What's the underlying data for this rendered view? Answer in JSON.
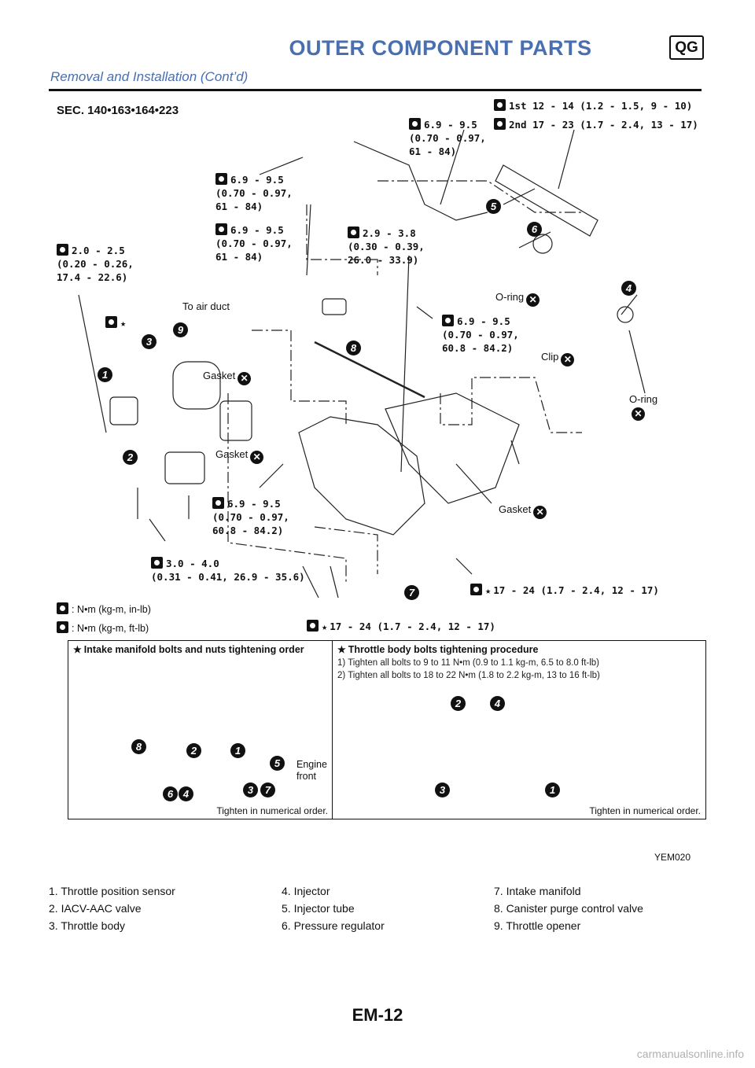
{
  "header": {
    "title": "OUTER COMPONENT PARTS",
    "badge": "QG",
    "subtitle": "Removal and Installation (Cont’d)"
  },
  "diagram": {
    "section": "SEC. 140•163•164•223",
    "torque": {
      "injector_tube_1st": "1st 12 - 14 (1.2 - 1.5, 9 - 10)",
      "injector_tube_2nd": "2nd 17 - 23 (1.7 - 2.4, 13 - 17)",
      "top_bracket": "6.9 - 9.5\n(0.70 - 0.97,\n61 - 84)",
      "upper_left_a": "6.9 - 9.5\n(0.70 - 0.97,\n61 - 84)",
      "upper_left_b": "6.9 - 9.5\n(0.70 - 0.97,\n61 - 84)",
      "hose_bracket": "2.9 - 3.8\n(0.30 - 0.39,\n26.0 - 33.9)",
      "sensor_screw": "2.0 - 2.5\n(0.20 - 0.26,\n17.4 - 22.6)",
      "manifold_stud": "6.9 - 9.5\n(0.70 - 0.97,\n60.8 - 84.2)",
      "throttle_bracket": "6.9 - 9.5\n(0.70 - 0.97,\n60.8 - 84.2)",
      "lower_bolts": "3.0 - 4.0\n(0.31 - 0.41, 26.9 - 35.6)",
      "manifold_nut": "17 - 24 (1.7 - 2.4, 12 - 17)",
      "manifold_bolt": "17 - 24 (1.7 - 2.4, 12 - 17)"
    },
    "callouts": {
      "to_air_duct": "To air duct",
      "gasket_upper": "Gasket",
      "gasket_middle": "Gasket",
      "gasket_right": "Gasket",
      "o_ring_top": "O-ring",
      "o_ring_bottom": "O-ring",
      "clip": "Clip"
    },
    "part_numbers": [
      "1",
      "2",
      "3",
      "4",
      "5",
      "6",
      "7",
      "8",
      "9"
    ],
    "legend_unit_in_lb": ": N•m (kg-m, in-lb)",
    "legend_unit_ft_lb": ": N•m (kg-m, ft-lb)",
    "panel_left": {
      "title": "Intake manifold bolts and nuts tightening order",
      "engine_front": "Engine\nfront",
      "footer": "Tighten in numerical order.",
      "sequence": [
        "1",
        "2",
        "3",
        "4",
        "5",
        "6",
        "7",
        "8"
      ]
    },
    "panel_right": {
      "title": "Throttle body bolts tightening procedure",
      "step1": "1) Tighten all bolts to 9 to 11 N•m (0.9 to 1.1 kg-m, 6.5 to 8.0 ft-lb)",
      "step2": "2) Tighten all bolts to 18 to 22 N•m (1.8 to 2.2 kg-m, 13 to 16 ft-lb)",
      "footer": "Tighten in numerical order.",
      "sequence": [
        "1",
        "2",
        "3",
        "4"
      ]
    },
    "figure_code": "YEM020"
  },
  "parts_legend": {
    "col1": [
      "1. Throttle position sensor",
      "2. IACV-AAC valve",
      "3. Throttle body"
    ],
    "col2": [
      "4. Injector",
      "5. Injector tube",
      "6. Pressure regulator"
    ],
    "col3": [
      "7. Intake manifold",
      "8. Canister purge control valve",
      "9. Throttle opener"
    ]
  },
  "page_number": "EM-12",
  "watermark": "carmanualsonline.info"
}
